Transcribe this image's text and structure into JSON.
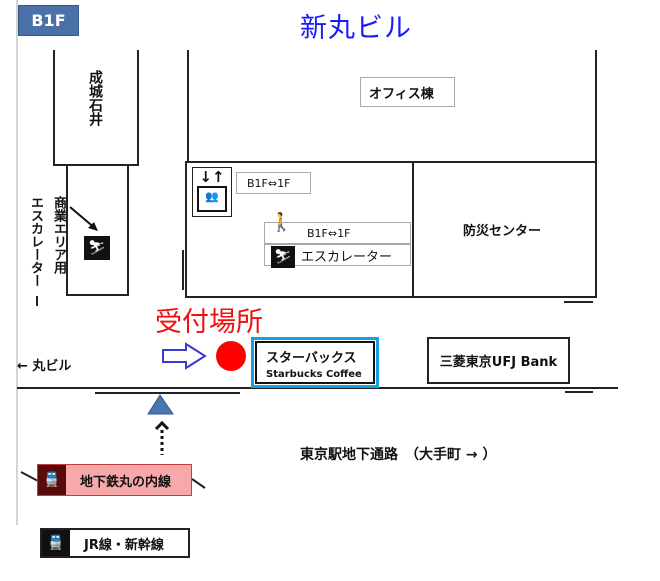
{
  "floor_badge": "B1F",
  "building_title": "新丸ビル",
  "seijo_ishii": "成城石井",
  "commercial_escalator": {
    "line1": "商業エリア用",
    "line2": "エスカレーター"
  },
  "office_tower": "オフィス棟",
  "elevator_label": "B1F⇔1F",
  "stairs_label": "B1F⇔1F",
  "escalator_label": "エスカレーター",
  "disaster_center": "防災センター",
  "reception": "受付場所",
  "to_marunouchi_bldg": "← 丸ビル",
  "starbucks": {
    "jp": "スターバックス",
    "en": "Starbucks Coffee"
  },
  "bank": "三菱東京UFJ Bank",
  "passage": "東京駅地下通路　（大手町 → ）",
  "subway": "地下鉄丸の内線",
  "jr": "JR線・新幹線",
  "colors": {
    "title": "#1a1aff",
    "reception": "#f01010",
    "badge": "#4a72a8",
    "starbucks_border": "#16a0e0",
    "subway_fill": "#f8a8a8"
  }
}
